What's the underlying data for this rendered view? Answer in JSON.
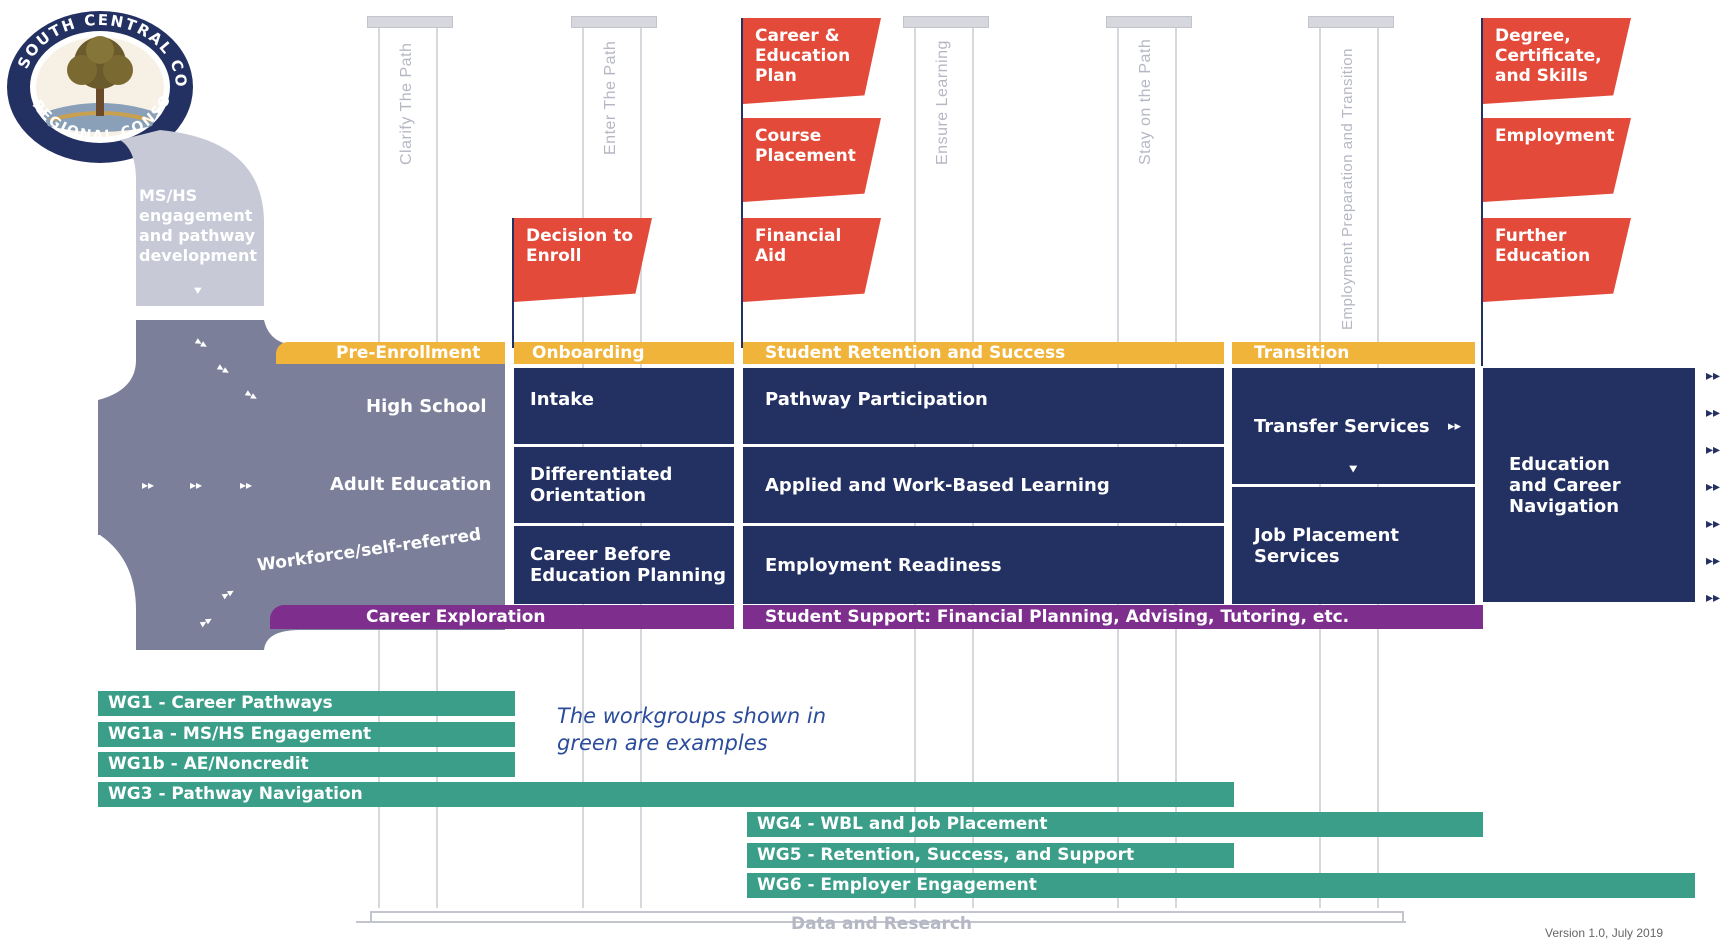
{
  "pillars": [
    "Clarify The Path",
    "Enter The Path",
    "Ensure Learning",
    "Stay on the Path",
    "Employment Preparation and Transition"
  ],
  "ms_hs_text": "MS/HS engagement and pathway development",
  "entry_points": [
    "High School",
    "Adult Education",
    "Workforce/self-referred"
  ],
  "phases": {
    "pre_enrollment": "Pre-Enrollment",
    "onboarding": "Onboarding",
    "retention": "Student Retention and Success",
    "transition": "Transition"
  },
  "flags": {
    "decision": "Decision to Enroll",
    "career_plan": "Career & Education Plan",
    "course_placement": "Course Placement",
    "financial_aid": "Financial Aid",
    "degree": "Degree, Certificate, and Skills",
    "employment": "Employment",
    "further_education": "Further Education"
  },
  "onboarding_boxes": [
    "Intake",
    "Differentiated Orientation",
    "Career Before Education Planning"
  ],
  "retention_boxes": [
    "Pathway Participation",
    "Applied and Work-Based Learning",
    "Employment Readiness"
  ],
  "transition_boxes": [
    "Transfer Services",
    "Job Placement Services"
  ],
  "navigation_box": "Education and Career Navigation",
  "support_bars": {
    "career_exploration": "Career Exploration",
    "student_support": "Student Support: Financial Planning, Advising, Tutoring, etc."
  },
  "workgroups": [
    "WG1 - Career Pathways",
    "WG1a - MS/HS Engagement",
    "WG1b - AE/Noncredit",
    "WG3 - Pathway Navigation",
    "WG4 - WBL and Job Placement",
    "WG5 - Retention, Success, and Support",
    "WG6 - Employer Engagement"
  ],
  "note": "The workgroups shown in green are examples",
  "base_label": "Data and Research",
  "version": "Version 1.0, July 2019",
  "logo_text": "SOUTH CENTRAL COAST REGIONAL CONSORTIUM",
  "colors": {
    "navy": "#233062",
    "red": "#e34a3a",
    "orange": "#f0b43a",
    "purple": "#7e2f8e",
    "green": "#3a9e89",
    "gray": "#7b7f9a"
  }
}
